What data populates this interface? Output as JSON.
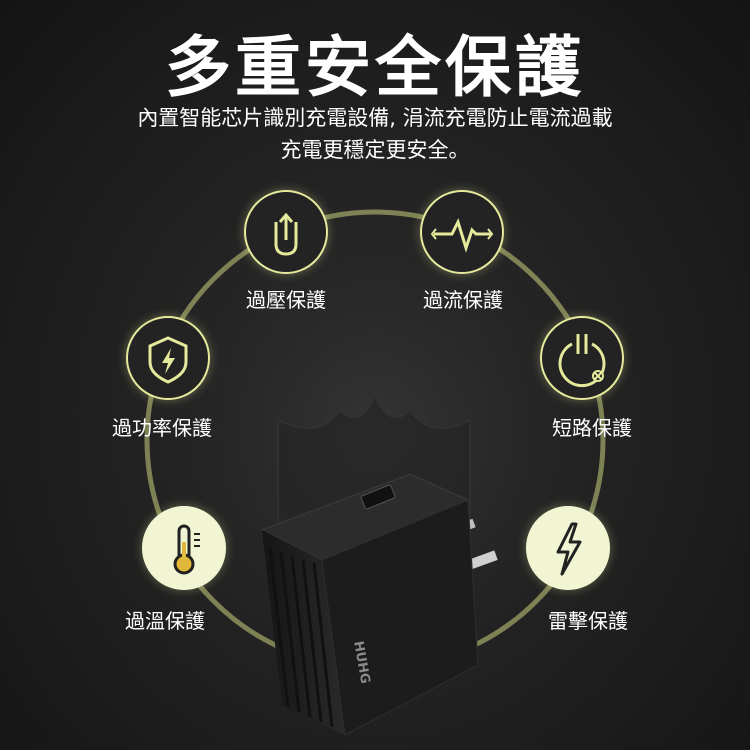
{
  "title": "多重安全保護",
  "subtitle_line1": "內置智能芯片識別充電設備, 涓流充電防止電流過載",
  "subtitle_line2": "充電更穩定更安全。",
  "features": [
    {
      "label": "過壓保護",
      "icon": "overvoltage-icon"
    },
    {
      "label": "過流保護",
      "icon": "pulse-icon"
    },
    {
      "label": "過功率保護",
      "icon": "shield-lightning-icon"
    },
    {
      "label": "短路保護",
      "icon": "power-off-icon"
    },
    {
      "label": "過溫保護",
      "icon": "thermometer-icon"
    },
    {
      "label": "雷擊保護",
      "icon": "lightning-icon"
    }
  ],
  "product": {
    "brand": "HUHG"
  },
  "colors": {
    "accent": "#e4e99c",
    "accent_dark": "#202014",
    "background": "#222222"
  }
}
